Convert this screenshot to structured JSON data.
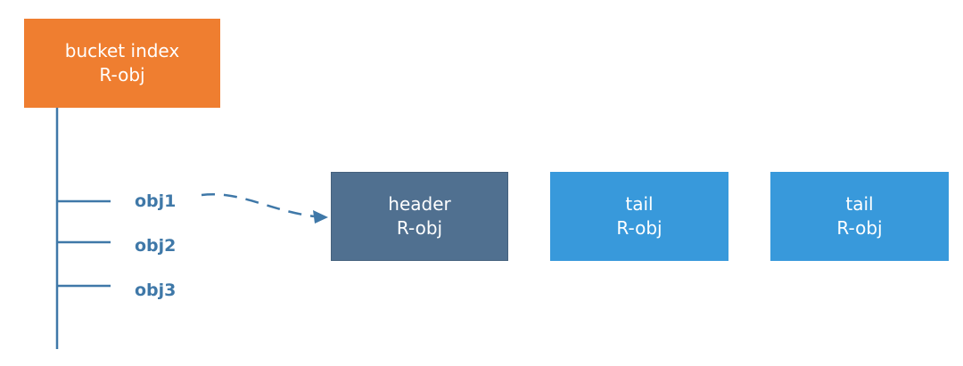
{
  "bucket": {
    "title": "bucket index",
    "subtitle": "R-obj",
    "color": "#ef7e30"
  },
  "entries": [
    {
      "label": "obj1"
    },
    {
      "label": "obj2"
    },
    {
      "label": "obj3"
    }
  ],
  "chain": [
    {
      "title": "header",
      "subtitle": "R-obj",
      "color": "#507090"
    },
    {
      "title": "tail",
      "subtitle": "R-obj",
      "color": "#3899db"
    },
    {
      "title": "tail",
      "subtitle": "R-obj",
      "color": "#3899db"
    }
  ],
  "colors": {
    "line": "#3f78a8",
    "label": "#3f78a8"
  }
}
